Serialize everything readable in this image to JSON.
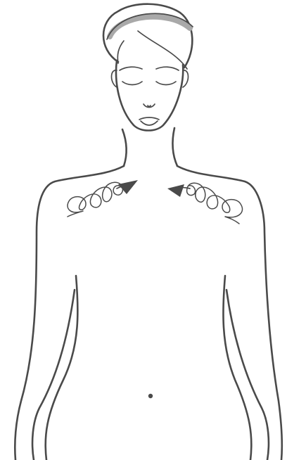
{
  "colors": {
    "line": "#4a4a4a",
    "headband": "#a9a9a9",
    "background": "#ffffff"
  },
  "figure": {
    "subject": "female-torso-front-view",
    "eyes": "closed",
    "massage_zones": [
      {
        "name": "left-shoulder",
        "motion": "circular",
        "direction": "toward-neck"
      },
      {
        "name": "right-shoulder",
        "motion": "circular",
        "direction": "toward-neck"
      }
    ],
    "icons": [
      "arrow-icon",
      "arrow-icon"
    ]
  }
}
